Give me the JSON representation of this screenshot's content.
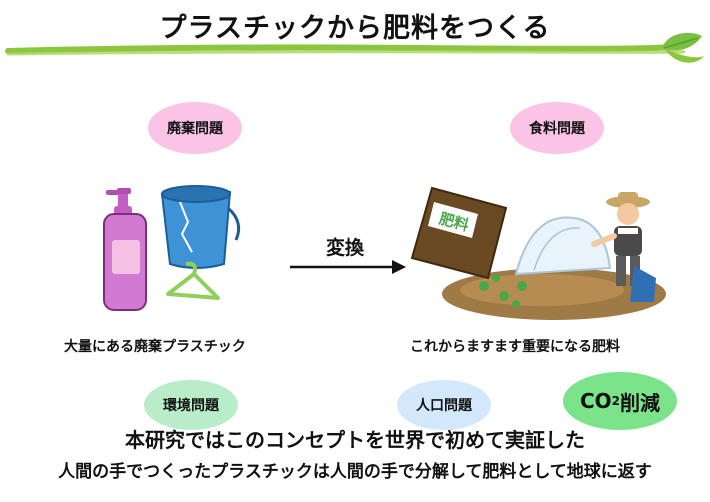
{
  "title": "プラスチックから肥料をつくる",
  "bubbles": {
    "waste": "廃棄問題",
    "food": "食料問題",
    "environment": "環境問題",
    "population": "人口問題",
    "co2_main": "CO",
    "co2_sub": "2",
    "co2_suffix": "削減"
  },
  "process": {
    "arrow_label": "変換",
    "left_caption": "大量にある廃棄プラスチック",
    "right_caption": "これからますます重要になる肥料",
    "fertilizer_bag_label": "肥料"
  },
  "footer": {
    "line1": "本研究ではこのコンセプトを世界で初めて実証した",
    "line2": "人間の手でつくったプラスチックは人間の手で分解して肥料として地球に返す"
  },
  "colors": {
    "pink_bubble": "#fbc3e6",
    "blue_bubble": "#d3e8fb",
    "green_bubble": "#b9ecc9",
    "co2_bubble": "#7be389",
    "divider_green": "#8cc63f"
  }
}
